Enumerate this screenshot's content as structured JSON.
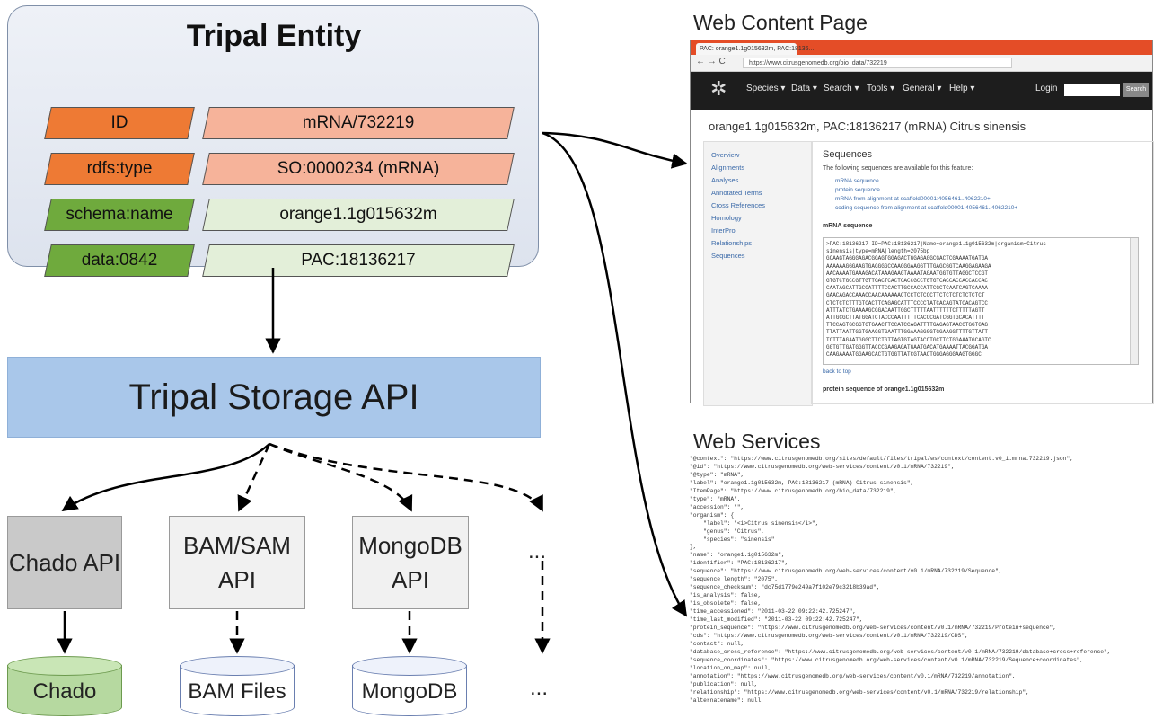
{
  "entity": {
    "title": "Tripal Entity",
    "rows": [
      {
        "key": "ID",
        "value": "mRNA/732219"
      },
      {
        "key": "rdfs:type",
        "value": "SO:0000234 (mRNA)"
      },
      {
        "key": "schema:name",
        "value": "orange1.1g015632m"
      },
      {
        "key": "data:0842",
        "value": "PAC:18136217"
      }
    ]
  },
  "storage_api": "Tripal Storage API",
  "apis": [
    {
      "line1": "Chado API",
      "line2": ""
    },
    {
      "line1": "BAM/SAM",
      "line2": "API"
    },
    {
      "line1": "MongoDB",
      "line2": "API"
    },
    {
      "line1": "...",
      "line2": ""
    }
  ],
  "stores": [
    "Chado",
    "BAM Files",
    "MongoDB",
    "..."
  ],
  "web_content": {
    "heading": "Web Content Page",
    "tab_label": "PAC: orange1.1g015632m, PAC:18136...",
    "url": "https://www.citrusgenomedb.org/bio_data/732219",
    "nav": [
      "Species ▾",
      "Data ▾",
      "Search ▾",
      "Tools ▾",
      "General ▾",
      "Help ▾"
    ],
    "login": "Login",
    "search_button": "Search",
    "page_heading": "orange1.1g015632m, PAC:18136217 (mRNA) Citrus sinensis",
    "sidebar": [
      "Overview",
      "Alignments",
      "Analyses",
      "Annotated Terms",
      "Cross References",
      "Homology",
      "InterPro",
      "Relationships",
      "Sequences"
    ],
    "section_title": "Sequences",
    "intro": "The following sequences are available for this feature:",
    "links": [
      "mRNA sequence",
      "protein sequence",
      "mRNA from alignment at scaffold00001:4056461..4062210+",
      "coding sequence from alignment at scaffold00001:4056461..4062210+"
    ],
    "mrna_label": "mRNA sequence",
    "fasta_header": ">PAC:18136217 ID=PAC:18136217|Name=orange1.1g015632m|organism=Citrus sinensis|type=mRNA|length=2075bp",
    "sequence_lines": [
      "GCAAGTAGGGAGACGGAGTGGAGACTGGAGAGGCGACTCGAAAATGATGA",
      "AAAAAAGGGAAGTGAGGGGCCAAGGGAAGGTTTGAGCGGTCAAGGAGAAGA",
      "AACAAAATGAAAGACATAAAGAAGTAAAATAGAATGGTGTTAGGCTCCGT",
      "GTGTCTGCCGTTGTTGACTCACTCACCGCCTGTGTCACCACCACCACCAC",
      "CAATAGCATTGCCATTTTCCACTTGCCACCATTCGCTCAATCAGTCAAAA",
      "GAACAGACCAAACCAACAAAAAACTCCTCTCCCTTCTCTCTCTCTCTCT",
      "CTCTCTCTTTGTCACTTCAGAGCATTTCCCCTATCACAGTATCACAGTCC",
      "ATTTATCTGAAAAGCGGACAATTGGCTTTTTAATTTTTTCTTTTTAGTT",
      "ATTGCGCTTATGGATCTACCCAATTTTTCACCCGATCGGTGCACATTTT",
      "TTCCAGTGCGGTGTGAACTTCCATCCAGATTTTGAGAGTAACCTGGTGAG",
      "TTATTAATTGGTGAAGGTGAATTTGGAAAGGGGTGGAAGGTTTTGTTATT",
      "TCTTTAGAATGGGCTTCTGTTAGTGTAGTACCTGCTTCTGGAAATGCAGTC",
      "GGTGTTGATGGGTTACCCGAAGAGATGAATGACATGAAAATTACGGATGA",
      "CAAGAAAATGGAAGCACTGTGGTTATCGTAACTGGGAGGGAAGTGGGC"
    ],
    "back_to_top": "back to top",
    "protein_label": "protein sequence of orange1.1g015632m"
  },
  "web_services": {
    "heading": "Web Services",
    "json_lines": [
      "\"@context\": \"https://www.citrusgenomedb.org/sites/default/files/tripal/ws/context/content.v0_1.mrna.732219.json\",",
      "\"@id\": \"https://www.citrusgenomedb.org/web-services/content/v0.1/mRNA/732219\",",
      "\"@type\": \"mRNA\",",
      "\"label\": \"orange1.1g015632m, PAC:18136217 (mRNA) Citrus sinensis\",",
      "\"ItemPage\": \"https://www.citrusgenomedb.org/bio_data/732219\",",
      "\"type\": \"mRNA\",",
      "\"accession\": \"\",",
      "\"organism\": {",
      "    \"label\": \"<i>Citrus sinensis</i>\",",
      "    \"genus\": \"Citrus\",",
      "    \"species\": \"sinensis\"",
      "},",
      "\"name\": \"orange1.1g015632m\",",
      "\"identifier\": \"PAC:18136217\",",
      "\"sequence\": \"https://www.citrusgenomedb.org/web-services/content/v0.1/mRNA/732219/Sequence\",",
      "\"sequence_length\": \"2075\",",
      "\"sequence_checksum\": \"dc75d1779e249a7f102e79c3218b39ad\",",
      "\"is_analysis\": false,",
      "\"is_obsolete\": false,",
      "\"time_accessioned\": \"2011-03-22 09:22:42.725247\",",
      "\"time_last_modified\": \"2011-03-22 09:22:42.725247\",",
      "\"protein_sequence\": \"https://www.citrusgenomedb.org/web-services/content/v0.1/mRNA/732219/Protein+sequence\",",
      "\"cds\": \"https://www.citrusgenomedb.org/web-services/content/v0.1/mRNA/732219/CDS\",",
      "\"contact\": null,",
      "\"database_cross_reference\": \"https://www.citrusgenomedb.org/web-services/content/v0.1/mRNA/732219/database+cross+reference\",",
      "\"sequence_coordinates\": \"https://www.citrusgenomedb.org/web-services/content/v0.1/mRNA/732219/Sequence+coordinates\",",
      "\"location_on_map\": null,",
      "\"annotation\": \"https://www.citrusgenomedb.org/web-services/content/v0.1/mRNA/732219/annotation\",",
      "\"publication\": null,",
      "\"relationship\": \"https://www.citrusgenomedb.org/web-services/content/v0.1/mRNA/732219/relationship\",",
      "\"alternatename\": null"
    ]
  }
}
